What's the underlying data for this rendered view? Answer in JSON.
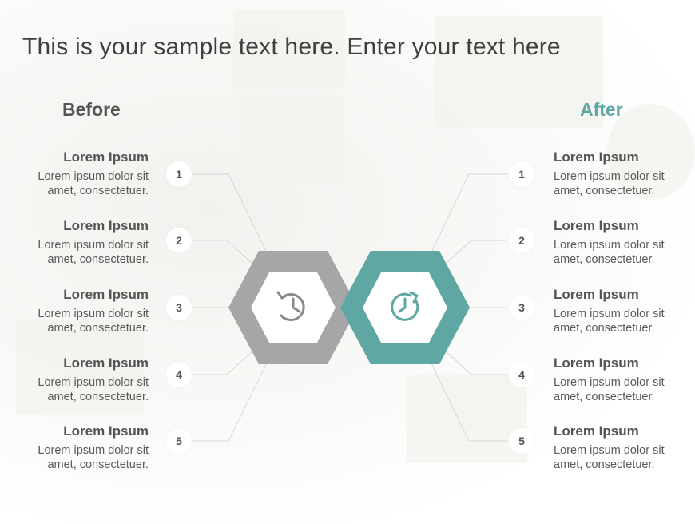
{
  "title": "This is your sample text here. Enter your text here",
  "before": {
    "heading": "Before",
    "icon": "history-icon",
    "color": "#a6a6a6",
    "items": [
      {
        "number": "1",
        "title": "Lorem Ipsum",
        "line1": "Lorem ipsum dolor sit",
        "line2": "amet, consectetuer."
      },
      {
        "number": "2",
        "title": "Lorem Ipsum",
        "line1": "Lorem ipsum dolor sit",
        "line2": "amet, consectetuer."
      },
      {
        "number": "3",
        "title": "Lorem Ipsum",
        "line1": "Lorem ipsum dolor sit",
        "line2": "amet, consectetuer."
      },
      {
        "number": "4",
        "title": "Lorem Ipsum",
        "line1": "Lorem ipsum dolor sit",
        "line2": "amet, consectetuer."
      },
      {
        "number": "5",
        "title": "Lorem Ipsum",
        "line1": "Lorem ipsum dolor sit",
        "line2": "amet, consectetuer."
      }
    ]
  },
  "after": {
    "heading": "After",
    "icon": "clock-refresh-icon",
    "color": "#5ea7a2",
    "items": [
      {
        "number": "1",
        "title": "Lorem Ipsum",
        "line1": "Lorem ipsum dolor sit",
        "line2": "amet, consectetuer."
      },
      {
        "number": "2",
        "title": "Lorem Ipsum",
        "line1": "Lorem ipsum dolor sit",
        "line2": "amet, consectetuer."
      },
      {
        "number": "3",
        "title": "Lorem Ipsum",
        "line1": "Lorem ipsum dolor sit",
        "line2": "amet, consectetuer."
      },
      {
        "number": "4",
        "title": "Lorem Ipsum",
        "line1": "Lorem ipsum dolor sit",
        "line2": "amet, consectetuer."
      },
      {
        "number": "5",
        "title": "Lorem Ipsum",
        "line1": "Lorem ipsum dolor sit",
        "line2": "amet, consectetuer."
      }
    ]
  }
}
